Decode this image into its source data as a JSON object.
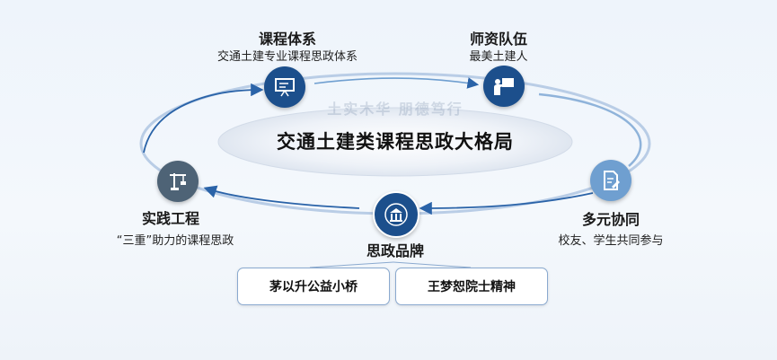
{
  "center": {
    "title": "交通土建类课程思政大格局",
    "watermark": "土实木华 朋德笃行"
  },
  "nodes": {
    "curriculum": {
      "title": "课程体系",
      "subtitle": "交通土建专业课程思政体系",
      "icon": "presentation-board-icon"
    },
    "faculty": {
      "title": "师资队伍",
      "subtitle": "最美土建人",
      "icon": "teacher-icon"
    },
    "practice": {
      "title": "实践工程",
      "subtitle": "“三重”助力的课程思政",
      "icon": "crane-icon"
    },
    "collab": {
      "title": "多元协同",
      "subtitle": "校友、学生共同参与",
      "icon": "document-edit-icon"
    },
    "brand": {
      "title": "思政品牌",
      "icon": "university-emblem-icon"
    }
  },
  "brands": [
    "茅以升公益小桥",
    "王梦恕院士精神"
  ],
  "colors": {
    "dark_blue": "#1c4f8c",
    "light_blue": "#6f9fd0",
    "slate": "#4e6376",
    "ellipse_fill": "#e3e9f2",
    "ring": "#9bb8da"
  }
}
